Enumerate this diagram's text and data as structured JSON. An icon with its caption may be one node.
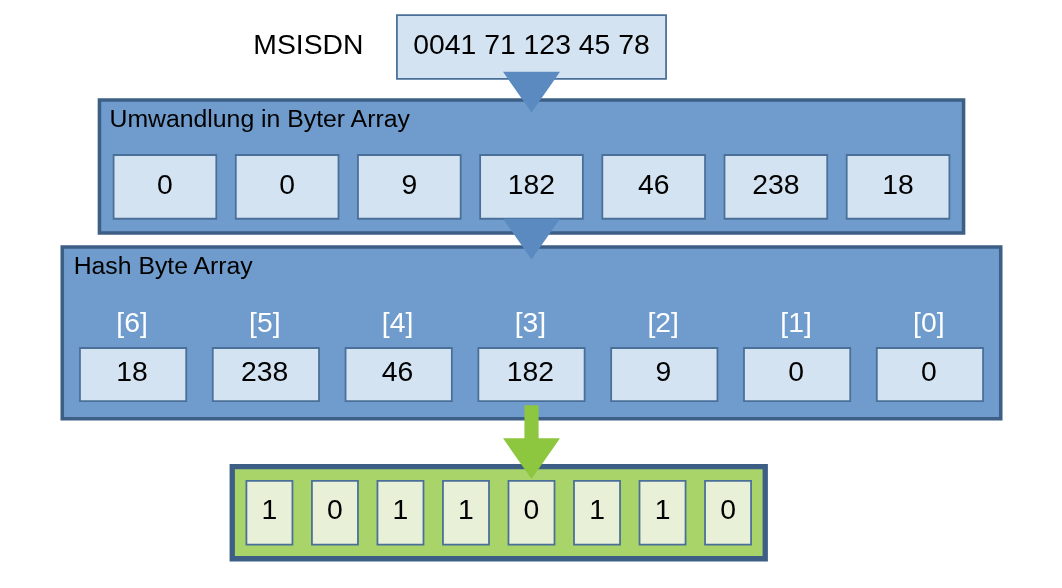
{
  "diagram": {
    "nodes": [
      {
        "text": [
          "0041 71 123 45 78"
        ],
        "beside": [
          "MSISDN"
        ]
      },
      {
        "text": [],
        "shape": "box",
        "beside": [
          "Umwandlung in Byter Array"
        ]
      },
      {
        "text": [
          "0"
        ],
        "in": 1
      },
      {
        "text": [
          "0"
        ],
        "in": 1
      },
      {
        "text": [
          "9"
        ],
        "in": 1
      },
      {
        "text": [
          "182"
        ],
        "in": 1
      },
      {
        "text": [
          "46"
        ],
        "in": 1
      },
      {
        "text": [
          "238"
        ],
        "in": 1
      },
      {
        "text": [
          "18"
        ],
        "in": 1
      },
      {
        "text": [],
        "shape": "box",
        "beside": [
          "Hash Byte Array"
        ]
      },
      {
        "text": [
          "[6]",
          "18"
        ],
        "in": 9
      },
      {
        "text": [
          "[5]",
          "238"
        ],
        "in": 9
      },
      {
        "text": [
          "[4]",
          "46"
        ],
        "in": 9
      },
      {
        "text": [
          "[3]",
          "182"
        ],
        "in": 9
      },
      {
        "text": [
          "[2]",
          "9"
        ],
        "in": 9
      },
      {
        "text": [
          "[1]",
          "0"
        ],
        "in": 9
      },
      {
        "text": [
          "[0]",
          "0"
        ],
        "in": 9
      },
      {
        "text": [],
        "shape": "bar"
      },
      {
        "text": [
          "1"
        ],
        "in": 17
      },
      {
        "text": [
          "0"
        ],
        "in": 17
      },
      {
        "text": [
          "1"
        ],
        "in": 17
      },
      {
        "text": [
          "1"
        ],
        "in": 17
      },
      {
        "text": [
          "0"
        ],
        "in": 17
      },
      {
        "text": [
          "1"
        ],
        "in": 17
      },
      {
        "text": [
          "1"
        ],
        "in": 17
      },
      {
        "text": [
          "0"
        ],
        "in": 17
      }
    ],
    "edges": [
      {
        "from": 0,
        "to": 1,
        "arrow": "to"
      },
      {
        "from": 1,
        "to": 9,
        "arrow": "to"
      },
      {
        "from": 13,
        "to": 17,
        "arrow": "to",
        "color": "#8dc63f"
      }
    ]
  }
}
